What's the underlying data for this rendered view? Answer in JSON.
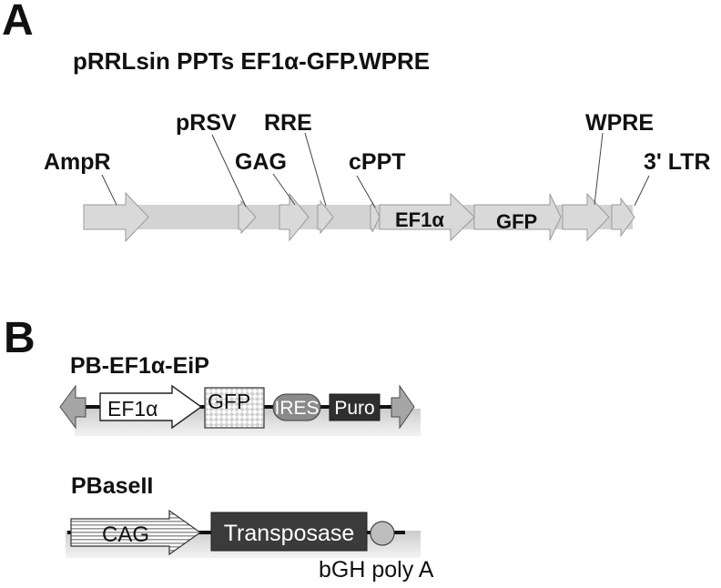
{
  "panel_a": {
    "letter": "A",
    "title": "pRRLsin PPTs EF1α-GFP.WPRE",
    "labels": {
      "ampr": "AmpR",
      "prsv": "pRSV",
      "gag": "GAG",
      "rre": "RRE",
      "cppt": "cPPT",
      "wpre": "WPRE",
      "ltr3": "3' LTR"
    },
    "inline": {
      "ef1a": "EF1α",
      "gfp": "GFP"
    }
  },
  "panel_b": {
    "letter": "B",
    "construct1": {
      "name": "PB-EF1α-EiP",
      "ef1a": "EF1α",
      "gfp": "GFP",
      "ires": "IRES",
      "puro": "Puro"
    },
    "construct2": {
      "name": "PBaseII",
      "cag": "CAG",
      "transposase": "Transposase",
      "polya": "bGH poly A"
    }
  },
  "colors": {
    "backbone_bar": "#d3d3d3",
    "element_arrow": "#d9d9d9",
    "end_arrow": "#a6a6a6",
    "ires": "#8a8a8a",
    "puro": "#2f2f2f",
    "transposase": "#3b3b3b",
    "polya_circle": "#bdbdbd",
    "white_element": "#ffffff"
  }
}
